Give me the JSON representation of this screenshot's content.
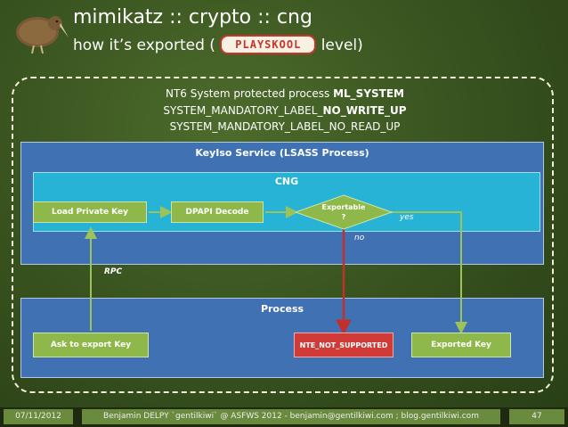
{
  "title": {
    "line1": "mimikatz :: crypto :: cng",
    "line2_prefix": "how it’s exported (",
    "line2_level": "PLAYSKOOL",
    "line2_suffix": "level)"
  },
  "protection": {
    "line1_plain": "NT6 System protected process ",
    "line1_bold": "ML_SYSTEM",
    "line2_plain": "SYSTEM_MANDATORY_LABEL_",
    "line2_bold": "NO_WRITE_UP",
    "line3": "SYSTEM_MANDATORY_LABEL_NO_READ_UP"
  },
  "keyiso": {
    "title": "KeyIso Service (LSASS Process)"
  },
  "cng": {
    "title": "CNG",
    "nodes": {
      "load": "Load Private Key",
      "dpapi": "DPAPI Decode",
      "exportable_line1": "Exportable",
      "exportable_line2": "?"
    },
    "yes_label": "yes",
    "no_label": "no"
  },
  "rpc_label": "RPC",
  "process": {
    "title": "Process",
    "nodes": {
      "ask": "Ask to export Key",
      "nte": "NTE_NOT_SUPPORTED",
      "exported": "Exported Key"
    }
  },
  "footer": {
    "date": "07/11/2012",
    "author": "Benjamin DELPY `gentilkiwi` @ ASFWS 2012   -   benjamin@gentilkiwi.com ; blog.gentilkiwi.com",
    "page": "47"
  },
  "colors": {
    "background": "#3a5520",
    "container_blue": "#3f71b3",
    "cng_cyan": "#26b3d6",
    "node_green": "#8fb84a",
    "error_red": "#d13b37",
    "arrow_red": "#c0302c",
    "arrow_green": "#9cc25a"
  }
}
